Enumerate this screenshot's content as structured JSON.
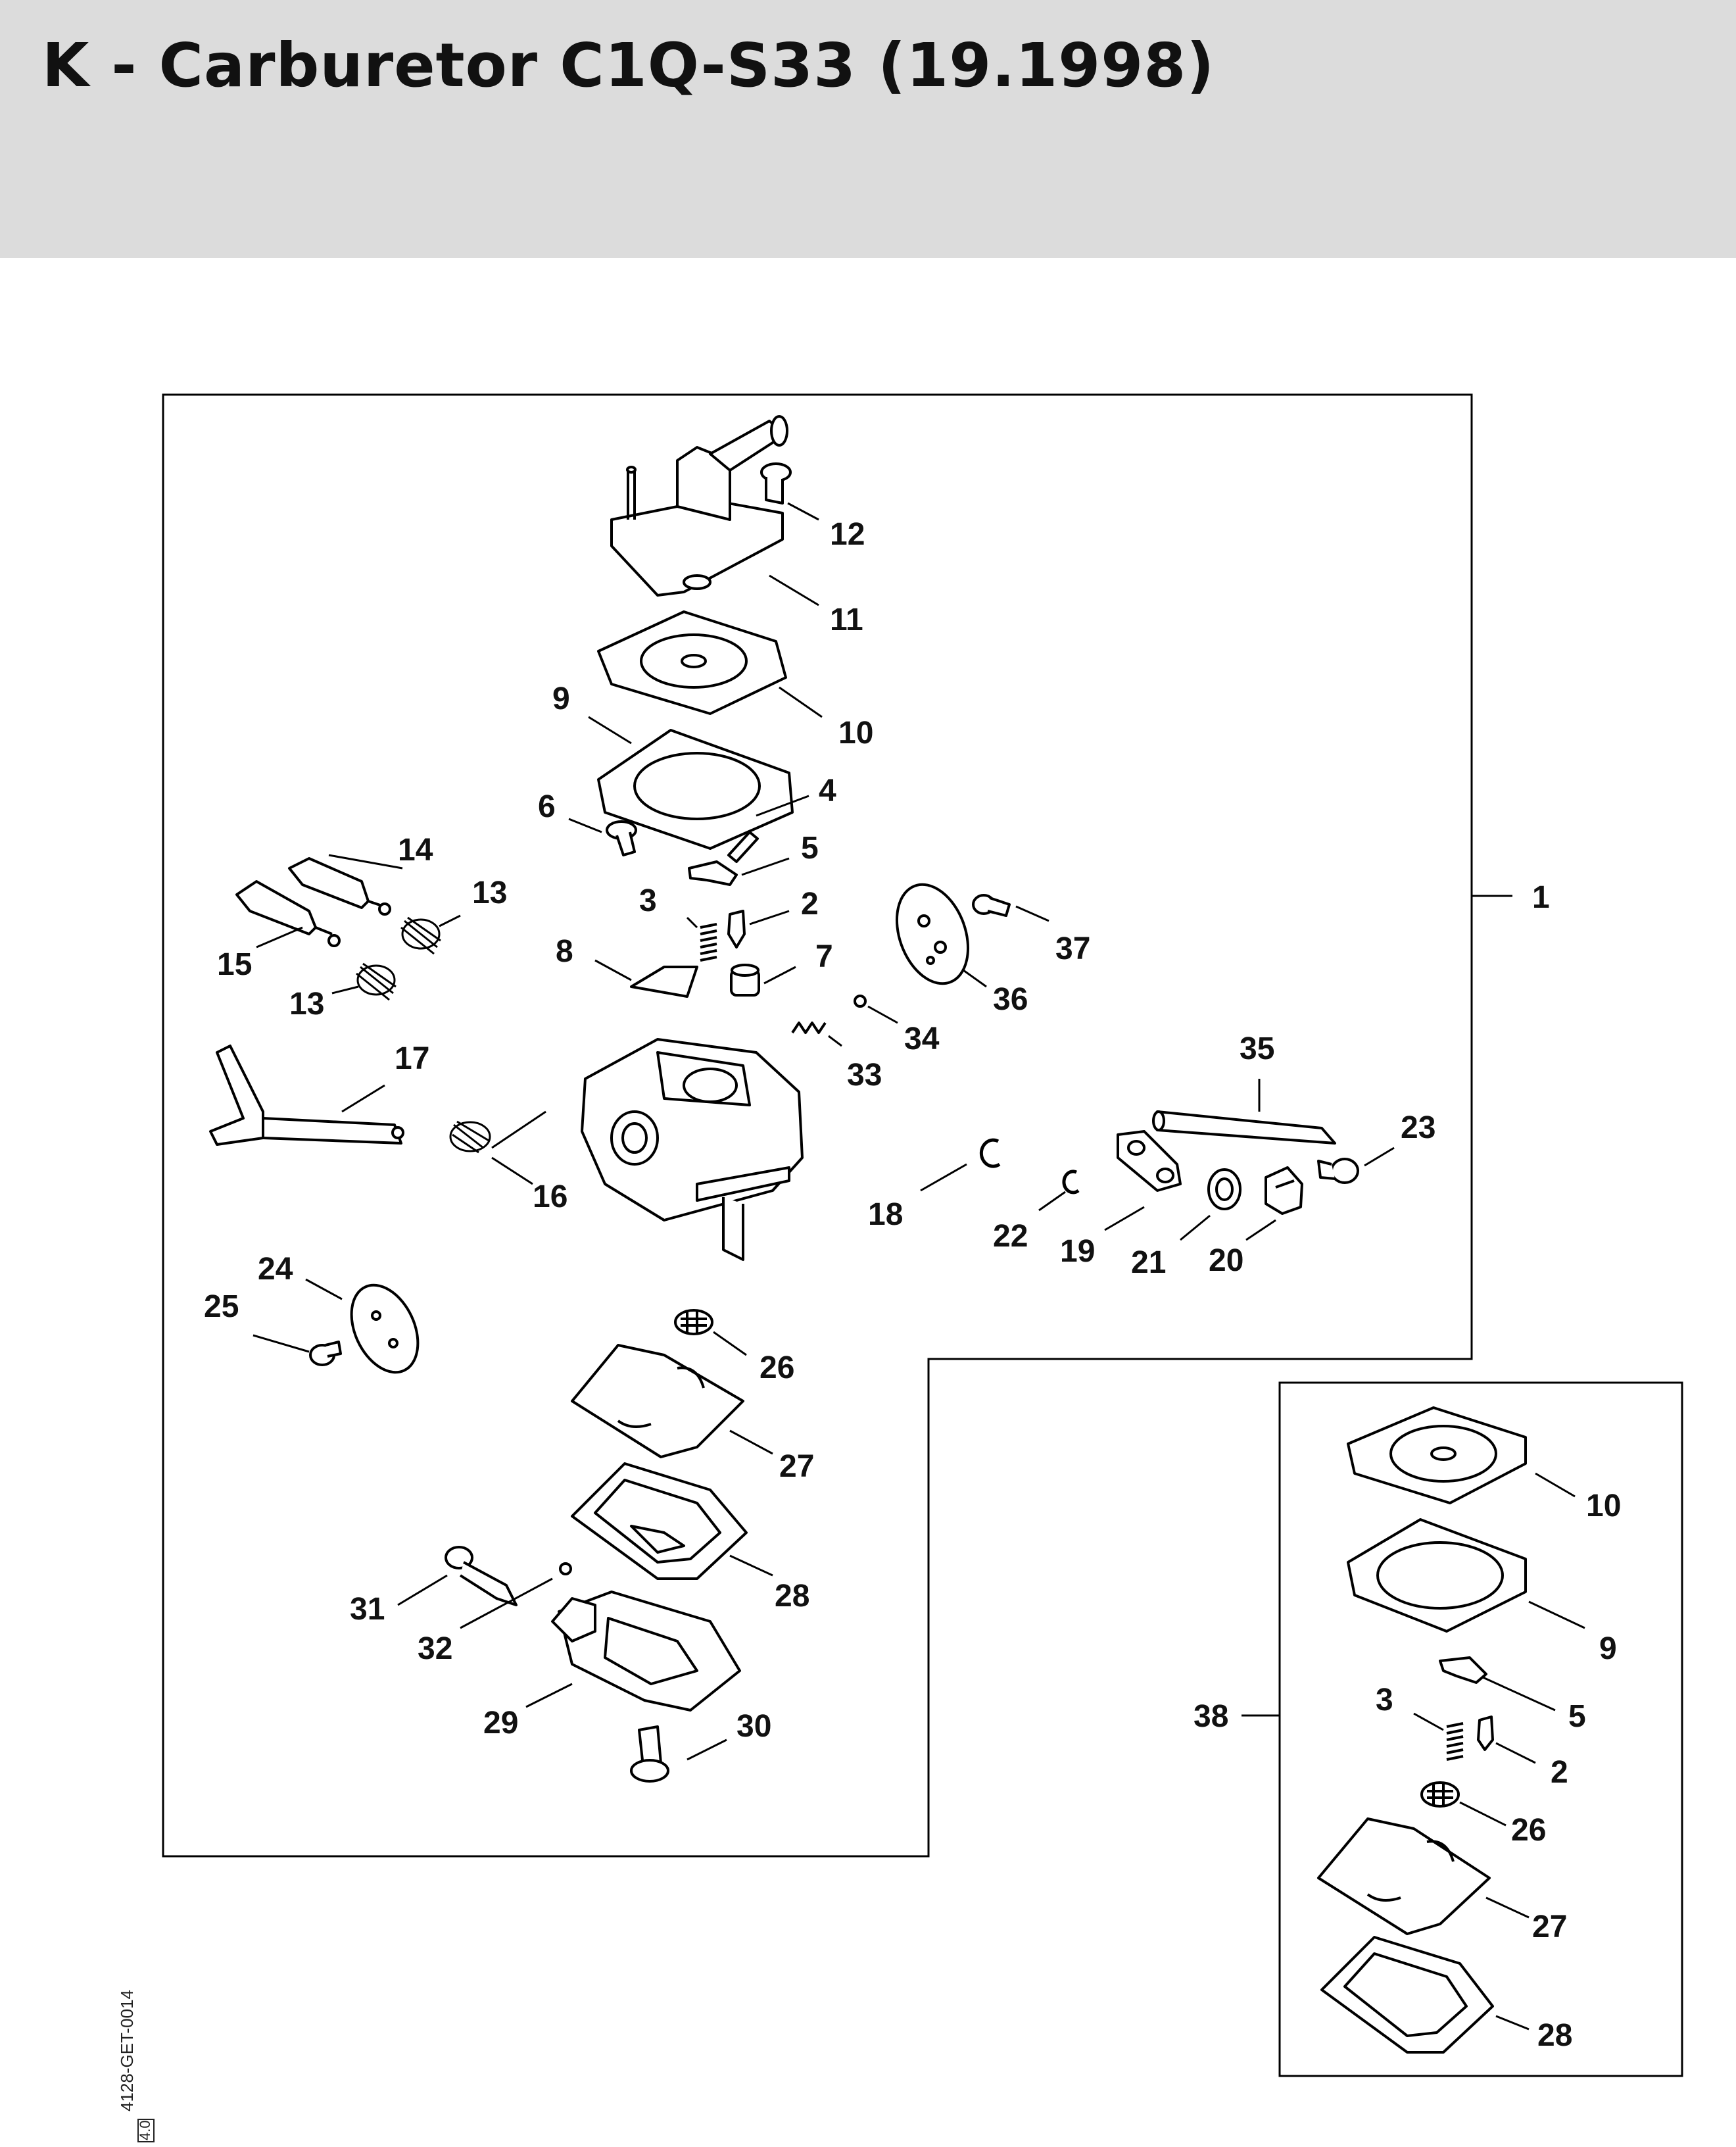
{
  "header": {
    "title": "K - Carburetor C1Q-S33 (19.1998)"
  },
  "reference": {
    "code": "4128-GET-0014",
    "version": "4.0"
  },
  "callouts": {
    "main": [
      "12",
      "11",
      "10",
      "9",
      "4",
      "6",
      "5",
      "14",
      "13",
      "3",
      "2",
      "15",
      "13",
      "8",
      "7",
      "37",
      "36",
      "34",
      "33",
      "17",
      "16",
      "35",
      "23",
      "18",
      "22",
      "19",
      "21",
      "20",
      "24",
      "25",
      "26",
      "27",
      "28",
      "31",
      "32",
      "29",
      "30",
      "1"
    ],
    "kit": [
      "10",
      "9",
      "5",
      "3",
      "38",
      "2",
      "26",
      "27",
      "28"
    ]
  },
  "colors": {
    "header_bg": "#dcdcdc",
    "line": "#000000",
    "text": "#111111"
  }
}
